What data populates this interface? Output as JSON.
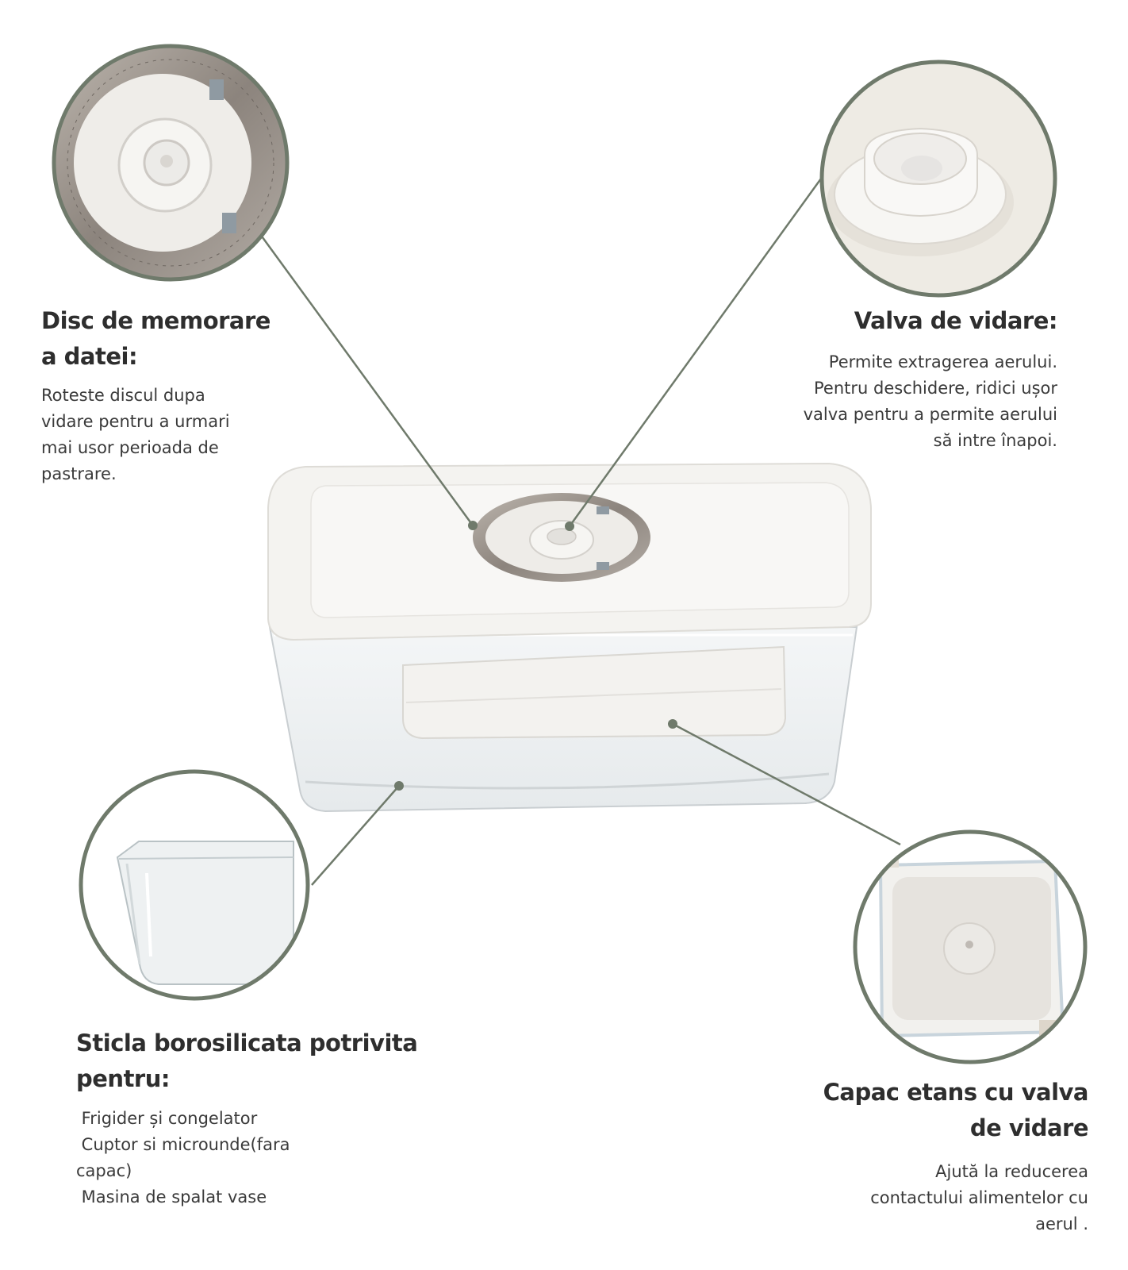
{
  "features": {
    "date_disc": {
      "title": [
        "Disc de memorare",
        "a datei:"
      ],
      "body": [
        "Roteste discul dupa",
        "vidare pentru a urmari",
        "mai usor perioada de",
        "pastrare."
      ]
    },
    "vacuum_valve": {
      "title": [
        "Valva de vidare:"
      ],
      "body": [
        "Permite extragerea aerului.",
        "Pentru deschidere, ridici ușor",
        "valva pentru a permite aerului",
        "să intre înapoi."
      ]
    },
    "borosilicate_glass": {
      "title": [
        "Sticla borosilicata potrivita",
        "pentru:"
      ],
      "body": [
        " Frigider și congelator",
        " Cuptor si microunde(fara",
        "capac)",
        " Masina de spalat vase"
      ]
    },
    "airtight_lid": {
      "title": [
        "Capac etans cu valva",
        "de vidare"
      ],
      "body": [
        "Ajută la reducerea",
        "contactului alimentelor cu",
        "aerul ."
      ]
    }
  },
  "colors": {
    "callout_ring": "#6f7a6b",
    "lid_white": "#f2f1ee",
    "steel_ring": "#9a938d",
    "glass": "#e4e8ea"
  }
}
